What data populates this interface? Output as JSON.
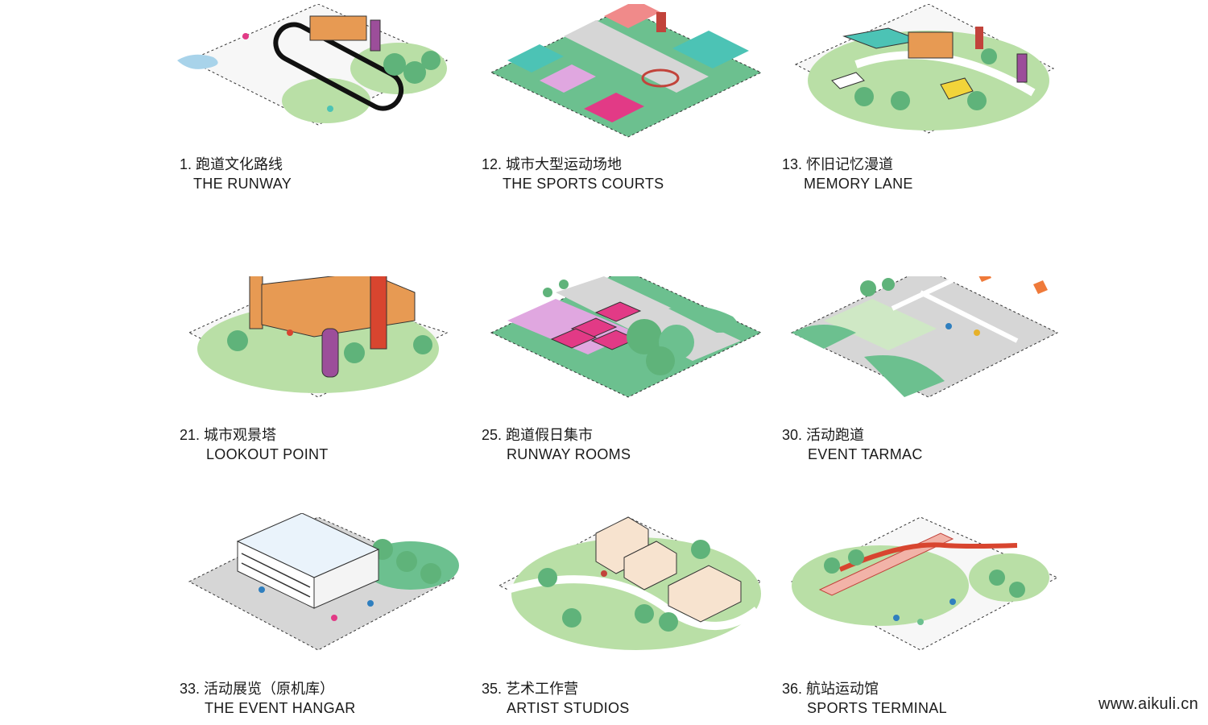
{
  "items": [
    {
      "zh": "1. 跑道文化路线",
      "en": "THE RUNWAY"
    },
    {
      "zh": "12. 城市大型运动场地",
      "en": "THE SPORTS COURTS"
    },
    {
      "zh": "13. 怀旧记忆漫道",
      "en": "MEMORY LANE"
    },
    {
      "zh": "21. 城市观景塔",
      "en": "LOOKOUT POINT"
    },
    {
      "zh": "25. 跑道假日集市",
      "en": "RUNWAY ROOMS"
    },
    {
      "zh": "30. 活动跑道",
      "en": "EVENT TARMAC"
    },
    {
      "zh": "33. 活动展览（原机库）",
      "en": "THE EVENT HANGAR"
    },
    {
      "zh": "35. 艺术工作营",
      "en": "ARTIST STUDIOS"
    },
    {
      "zh": "36. 航站运动馆",
      "en": "SPORTS TERMINAL"
    }
  ],
  "watermark": "www.aikuli.cn",
  "colors": {
    "green": "#b9dfa6",
    "deep_green": "#6cc08f",
    "tree": "#5fb37a",
    "court_teal": "#4cc3b5",
    "pink": "#e23a86",
    "orange": "#e79a53",
    "purple": "#9c4e9a",
    "gray": "#d6d6d6"
  }
}
